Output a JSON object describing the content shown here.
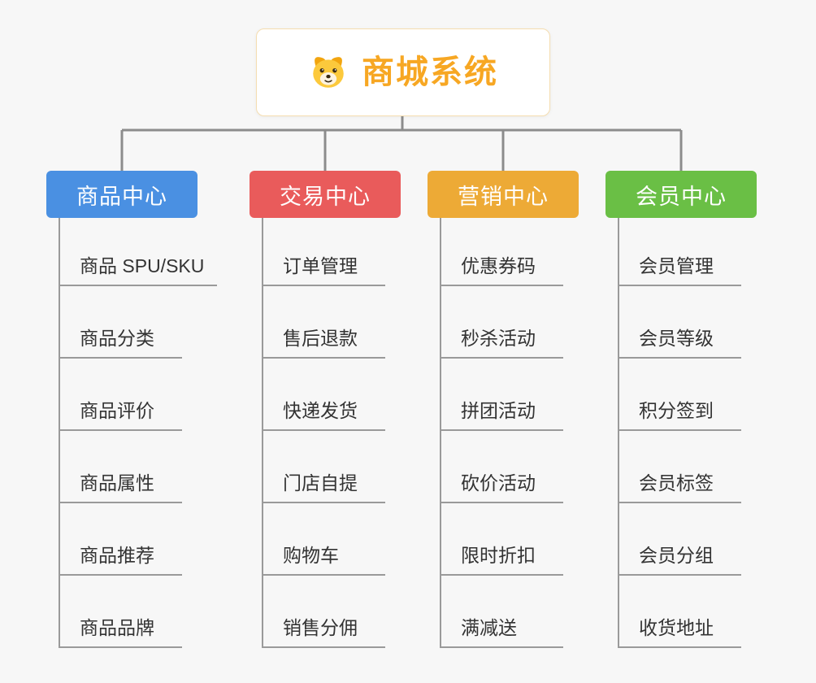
{
  "root": {
    "title": "商城系统",
    "icon": "dog-icon"
  },
  "branches": [
    {
      "label": "商品中心",
      "color": "#4a90e2",
      "children": [
        "商品 SPU/SKU",
        "商品分类",
        "商品评价",
        "商品属性",
        "商品推荐",
        "商品品牌"
      ]
    },
    {
      "label": "交易中心",
      "color": "#e95b5b",
      "children": [
        "订单管理",
        "售后退款",
        "快递发货",
        "门店自提",
        "购物车",
        "销售分佣"
      ]
    },
    {
      "label": "营销中心",
      "color": "#edaa36",
      "children": [
        "优惠券码",
        "秒杀活动",
        "拼团活动",
        "砍价活动",
        "限时折扣",
        "满减送"
      ]
    },
    {
      "label": "会员中心",
      "color": "#6abf45",
      "children": [
        "会员管理",
        "会员等级",
        "积分签到",
        "会员标签",
        "会员分组",
        "收货地址"
      ]
    }
  ],
  "colors": {
    "background": "#f7f7f7",
    "connector_line": "#8c8c8c",
    "child_line": "#9a9a9a",
    "root_text": "#f7a723",
    "root_border": "#f5ddb0",
    "child_text": "#333333"
  }
}
